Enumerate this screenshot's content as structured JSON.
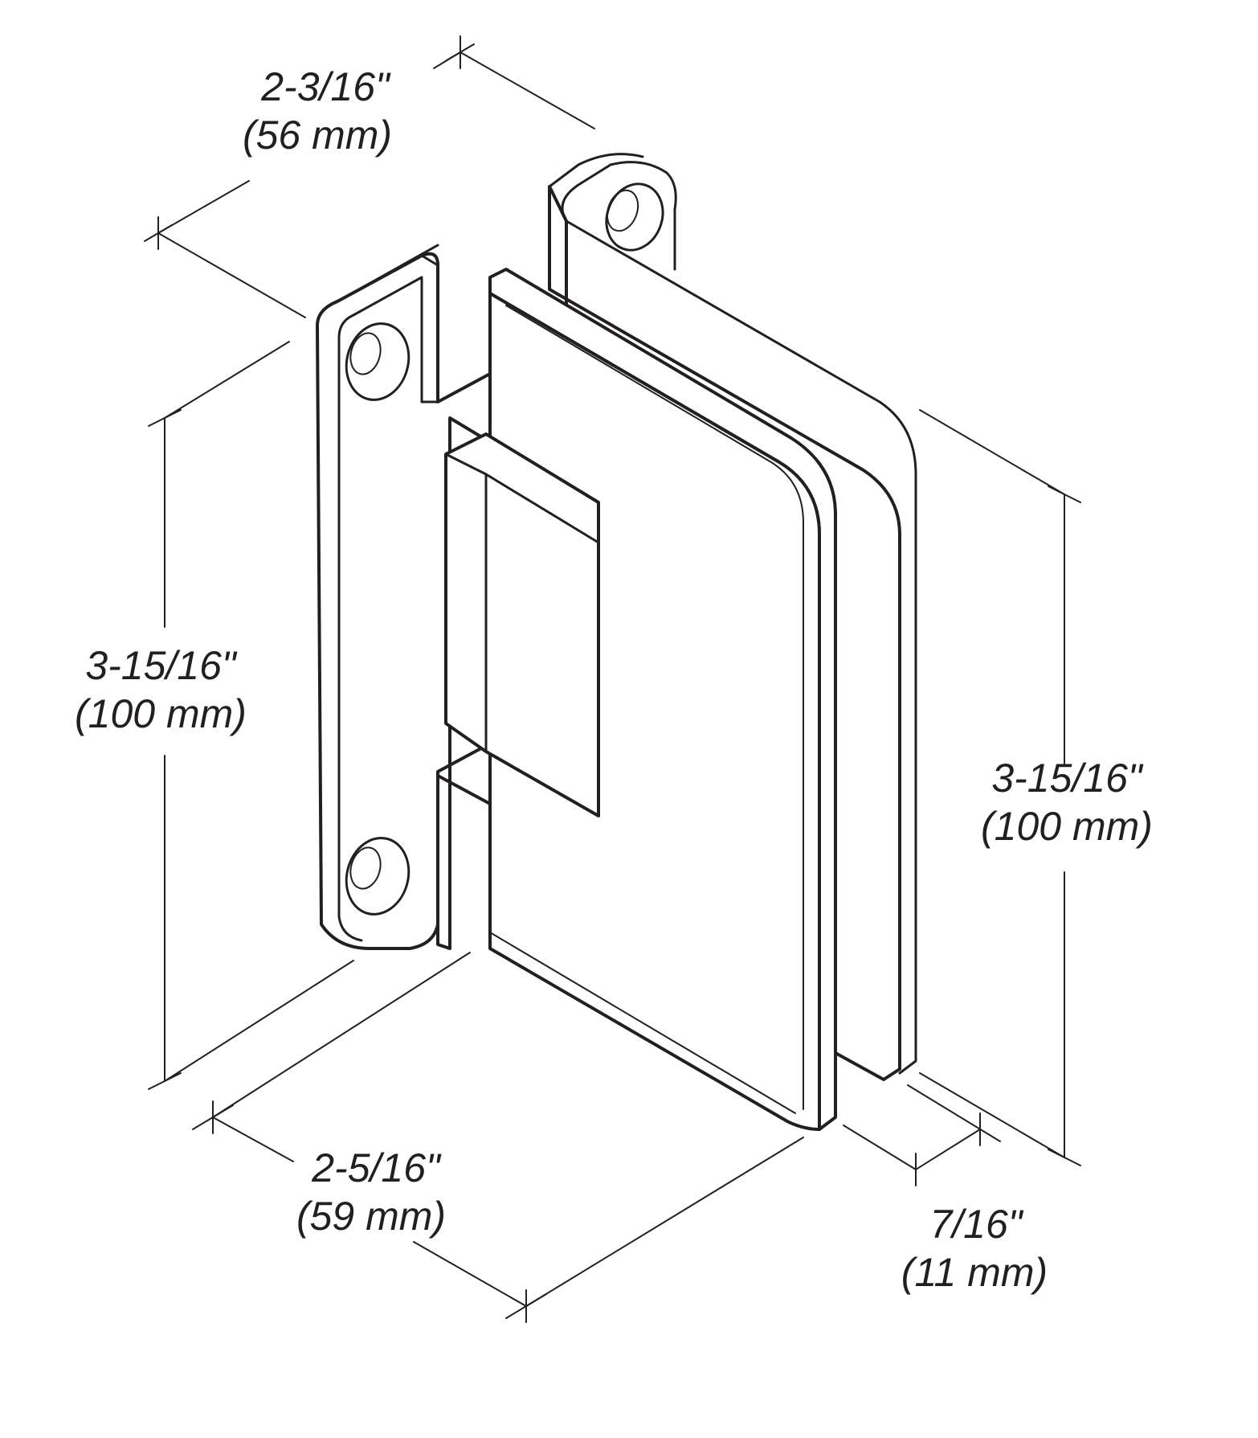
{
  "dimensions": {
    "top_width": {
      "imperial": "2-3/16\"",
      "metric": "(56 mm)"
    },
    "left_height": {
      "imperial": "3-15/16\"",
      "metric": "(100 mm)"
    },
    "right_height": {
      "imperial": "3-15/16\"",
      "metric": "(100 mm)"
    },
    "bottom_depth": {
      "imperial": "2-5/16\"",
      "metric": "(59 mm)"
    },
    "glass_thickness": {
      "imperial": "7/16\"",
      "metric": "(11 mm)"
    }
  },
  "colors": {
    "line": "#231f20",
    "background": "#ffffff"
  }
}
